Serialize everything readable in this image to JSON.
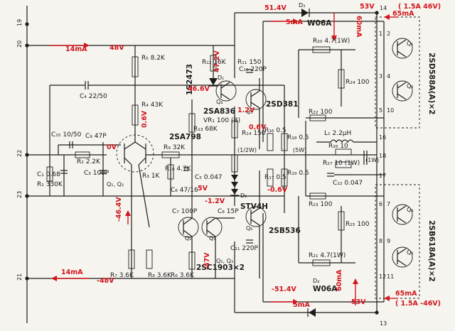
{
  "pins": {
    "p19": "19",
    "p20": "20",
    "p22": "22",
    "p23": "23",
    "p21": "21",
    "p14": "14",
    "p13": "13"
  },
  "right_pins": [
    "1",
    "2",
    "3",
    "4",
    "5",
    "10",
    "16",
    "18",
    "17",
    "6",
    "7",
    "8",
    "9",
    "12",
    "11"
  ],
  "components": {
    "R5": "R₅ 8.2K",
    "R4": "R₄ 43K",
    "R3": "R₃ 1K",
    "R7": "R₇ 3.6K",
    "R8": "R₈ 3.6K",
    "R6": "R₆ 3.6K",
    "R9": "R₉ 32K",
    "R10": "R₁₀ 4.7K",
    "R11": "R₁₁ 150",
    "R12": "R₁₂ 16K",
    "R13": "R₁₃ 68K",
    "R14": "R₁₄ 150",
    "R16": "R₁₆ 0.5",
    "R17": "R₁₇ 0.5",
    "R18": "R₁₈ 0.5",
    "R19": "R₁₉ 0.5",
    "R20": "R₂₀ 4.7(1W)",
    "R21": "R₂₁ 4.7(1W)",
    "R22": "R₂₂ 100",
    "R23": "R₂₃ 100",
    "R24": "R₂₄ 100",
    "R25": "R₂₅ 100",
    "R26": "R₂₆ 10",
    "R27": "R₂₇ 10 (1W)",
    "R1": "R₁ 330K",
    "R2": "R₂ 2.2K",
    "VR1": "VR₁ 100 (B)",
    "C1": "C₁ 0.68",
    "C3": "C₃ 100P",
    "C4": "C₄ 22/50",
    "C5": "C₅ 0.047",
    "C6": "C₆ 47/16",
    "C7": "C₇ 100P",
    "C8": "C₈ 15P",
    "C9": "C₉ 47P",
    "C10": "C₁₀ 220P",
    "C11": "C₁₁ 220P",
    "C12": "C₁₂ 0.047",
    "C15": "C₁₅ 10/50",
    "L1": "L₁ 2.2μH",
    "D1": "D₁",
    "D2": "D₂",
    "D3": "D₃",
    "D4": "D₄",
    "ZD": "1S2473",
    "STV": "STV4H",
    "W06A_top": "W06A",
    "W06A_bot": "W06A",
    "Q1Q2": "Q₁, Q₂",
    "Q1": "Q₁",
    "Q2": "Q₂",
    "Q3": "Q₃",
    "Q4": "Q₄",
    "Q5": "Q₅",
    "Q6": "Q₆",
    "Q7": "Q₇",
    "sa798": "2SA798",
    "sa836": "2SA836",
    "sd381": "2SD381",
    "sb536": "2SB536",
    "sc1903": "2SC1903×2",
    "q23": "Q₂, Q₃",
    "sd588": "2SD588A(A)×2",
    "sb618": "2SB618A(A)×2",
    "half_w": "(1/2W)",
    "five_w": "(5W)",
    "one_w": "(1W)"
  },
  "annotations": {
    "v514_top": "51.4V",
    "v53_top": "53V",
    "ma5_top": "5mA",
    "ma60_top": "60mA",
    "ma65_top": "65mA",
    "spec_top": "( 1.5A 46V)",
    "ma14_top": "14mA",
    "v48_top": "48V",
    "v47": "47.2V",
    "v466": "46.6V",
    "v12": "1.2V",
    "v06a": "0.6V",
    "v0": "0V",
    "v06b": "0.6V",
    "v5": "5V",
    "vm12": "-1.2V",
    "vm06": "-0.6V",
    "vm464": "-46.4V",
    "vm47": "-47V",
    "ma14_bot": "14mA",
    "vm48": "-48V",
    "vm514": "-51.4V",
    "ma5_bot": "5mA",
    "ma60_bot": "60mA",
    "vm53": "-53V",
    "ma65_bot": "65mA",
    "spec_bot": "( 1.5A -46V)"
  }
}
